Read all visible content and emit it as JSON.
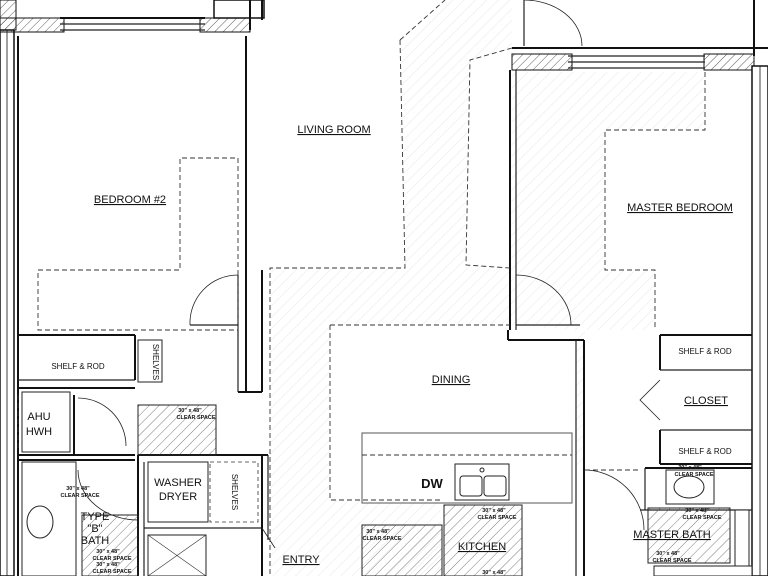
{
  "rooms": {
    "living_room": "LIVING ROOM",
    "bedroom2": "BEDROOM #2",
    "master_bedroom": "MASTER BEDROOM",
    "dining": "DINING",
    "closet": "CLOSET",
    "kitchen": "KITCHEN",
    "master_bath": "MASTER BATH",
    "entry": "ENTRY",
    "washer_dryer_line1": "WASHER",
    "washer_dryer_line2": "DRYER",
    "ahu_line1": "AHU",
    "ahu_line2": "HWH",
    "type_b_line1": "TYPE",
    "type_b_line2": "\"B\"",
    "type_b_line3": "BATH",
    "dw": "DW"
  },
  "notes": {
    "shelf_rod_left": "SHELF & ROD",
    "shelves_left": "SHELVES",
    "shelves_laundry": "SHELVES",
    "shelf_rod_master_top": "SHELF & ROD",
    "shelf_rod_master_bottom": "SHELF & ROD",
    "clear_space_1_line1": "30\" x 48\"",
    "clear_space_1_line2": "CLEAR SPACE",
    "clear_space_2_line1": "30\" x 48\"",
    "clear_space_2_line2": "CLEAR SPACE",
    "clear_space_3_line1": "30\" x 48\"",
    "clear_space_3_line2": "CLEAR SPACE",
    "clear_space_4_line1": "30\" x 48\"",
    "clear_space_4_line2": "CLEAR SPACE",
    "clear_space_5_line1": "30\" x 48\"",
    "clear_space_5_line2": "CLEAR SPACE",
    "clear_space_6_line1": "30\" x 48\"",
    "clear_space_6_line2": "CLEAR SPACE",
    "clear_space_7_line1": "30\" x 48\"",
    "clear_space_7_line2": "CLEAR SPACE",
    "clear_space_8_line1": "30\" x 48\"",
    "clear_space_8_line2": "CLEAR SPACE",
    "clear_space_9_line1": "30\" x 48\"",
    "clear_space_9_line2": "CLEAR SPACE",
    "clear_space_10_line1": "30\" x 48\""
  }
}
